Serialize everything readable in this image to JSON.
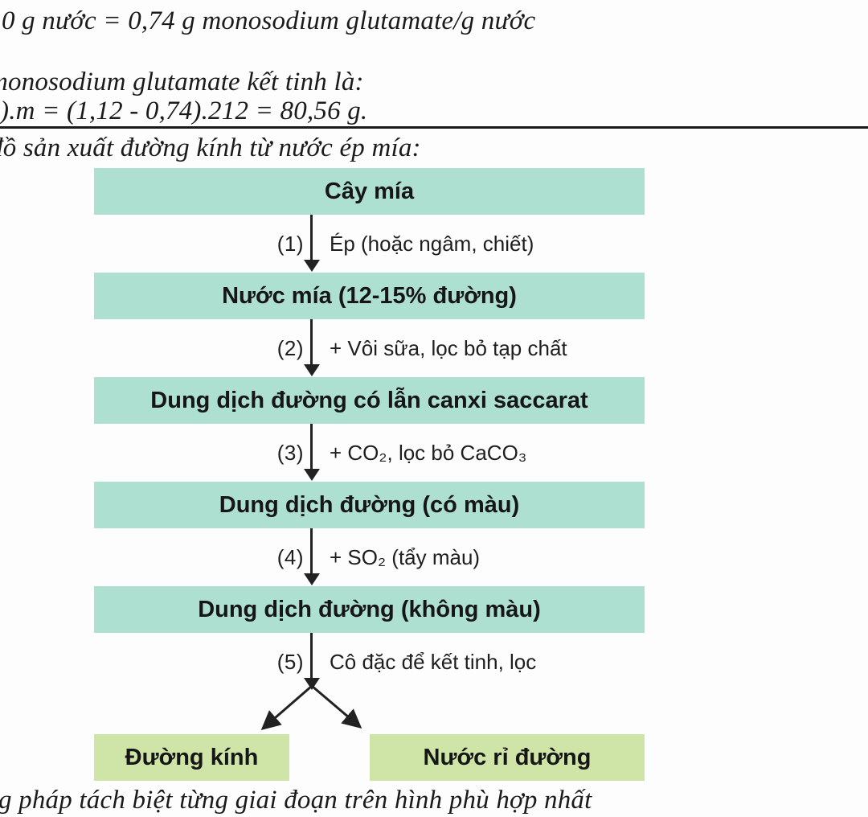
{
  "document": {
    "line_1": "0 g nước = 0,74 g monosodium glutamate/g nước",
    "line_2": "monosodium glutamate kết tinh là:",
    "line_3": ").m = (1,12 - 0,74).212 = 80,56 g.",
    "diagram_caption": "đồ sản xuất đường kính từ nước ép mía:",
    "bottom_line": "g pháp tách biệt từng giai đoạn trên hình phù hợp nhất"
  },
  "flowchart": {
    "boxes": [
      {
        "label": "Cây mía"
      },
      {
        "label": "Nước mía (12-15% đường)"
      },
      {
        "label": "Dung dịch đường có lẫn canxi saccarat"
      },
      {
        "label": "Dung dịch đường (có màu)"
      },
      {
        "label": "Dung dịch đường (không màu)"
      }
    ],
    "steps": [
      {
        "number": "(1)",
        "label": "Ép (hoặc ngâm, chiết)"
      },
      {
        "number": "(2)",
        "label": "+ Vôi sữa, lọc bỏ tạp chất"
      },
      {
        "number": "(3)",
        "label": "+ CO₂, lọc bỏ CaCO₃"
      },
      {
        "number": "(4)",
        "label": "+ SO₂ (tẩy màu)"
      },
      {
        "number": "(5)",
        "label": "Cô đặc để kết tinh, lọc"
      }
    ],
    "outputs": [
      {
        "label": "Đường kính"
      },
      {
        "label": "Nước rỉ đường"
      }
    ],
    "colors": {
      "process_box": "#aee0d2",
      "output_box": "#cfe4a7",
      "text": "#161616",
      "arrow": "#222222"
    }
  }
}
